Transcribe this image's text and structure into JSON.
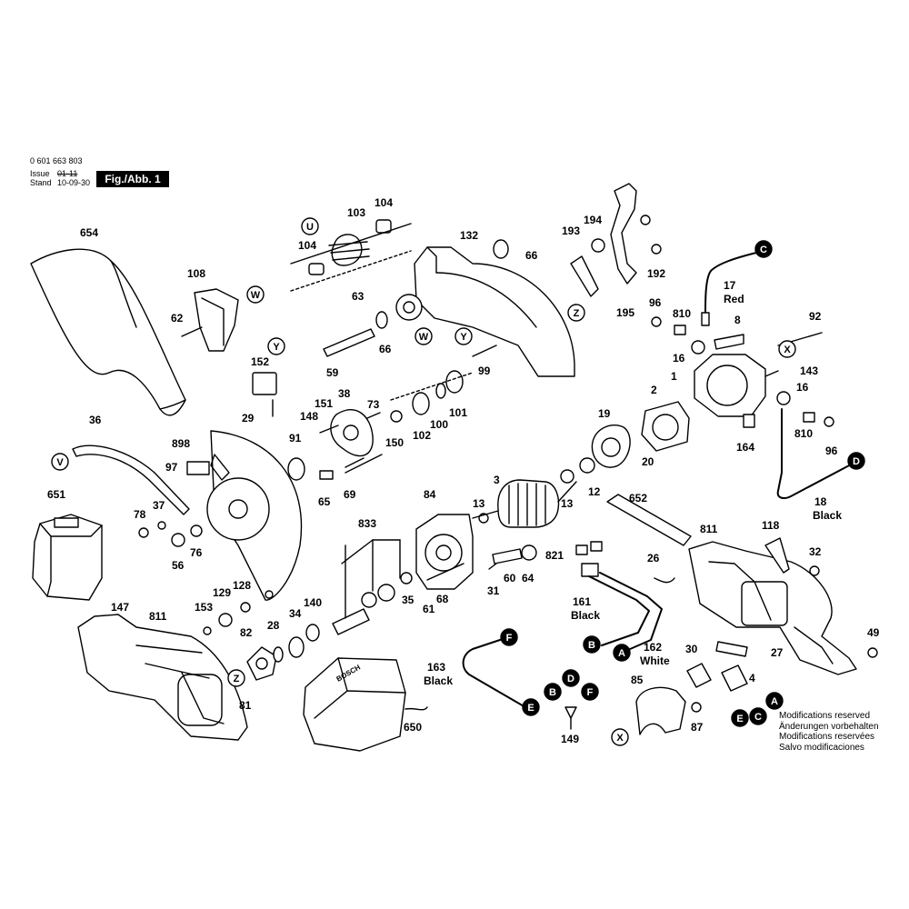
{
  "header": {
    "part_number": "0 601 663 803",
    "issue_label": "Issue",
    "issue_value": "01-11",
    "stand_label": "Stand",
    "stand_value": "10-09-30",
    "fig_label": "Fig./Abb. 1"
  },
  "footer": {
    "modifications": [
      "Modifications reserved",
      "Änderungen vorbehalten",
      "Modifications reservées",
      "Salvo modificaciones"
    ]
  },
  "wires": {
    "red": {
      "number": "17",
      "color": "Red"
    },
    "black_18": {
      "number": "18",
      "color": "Black"
    },
    "black_161": {
      "number": "161",
      "color": "Black"
    },
    "white_162": {
      "number": "162",
      "color": "White"
    },
    "black_163": {
      "number": "163",
      "color": "Black"
    },
    "brand": "BOSCH"
  },
  "labels": [
    {
      "id": "l654",
      "t": "654"
    },
    {
      "id": "l108",
      "t": "108"
    },
    {
      "id": "l62",
      "t": "62"
    },
    {
      "id": "l104a",
      "t": "104"
    },
    {
      "id": "l103",
      "t": "103"
    },
    {
      "id": "l104b",
      "t": "104"
    },
    {
      "id": "l132",
      "t": "132"
    },
    {
      "id": "l66a",
      "t": "66"
    },
    {
      "id": "l63",
      "t": "63"
    },
    {
      "id": "l66b",
      "t": "66"
    },
    {
      "id": "l59",
      "t": "59"
    },
    {
      "id": "l99",
      "t": "99"
    },
    {
      "id": "l152",
      "t": "152"
    },
    {
      "id": "l29",
      "t": "29"
    },
    {
      "id": "l151",
      "t": "151"
    },
    {
      "id": "l38",
      "t": "38"
    },
    {
      "id": "l73",
      "t": "73"
    },
    {
      "id": "l148",
      "t": "148"
    },
    {
      "id": "l91",
      "t": "91"
    },
    {
      "id": "l150",
      "t": "150"
    },
    {
      "id": "l102",
      "t": "102"
    },
    {
      "id": "l100",
      "t": "100"
    },
    {
      "id": "l101",
      "t": "101"
    },
    {
      "id": "l36",
      "t": "36"
    },
    {
      "id": "l898",
      "t": "898"
    },
    {
      "id": "l97",
      "t": "97"
    },
    {
      "id": "l651",
      "t": "651"
    },
    {
      "id": "l37",
      "t": "37"
    },
    {
      "id": "l78",
      "t": "78"
    },
    {
      "id": "l76",
      "t": "76"
    },
    {
      "id": "l56",
      "t": "56"
    },
    {
      "id": "l65",
      "t": "65"
    },
    {
      "id": "l69",
      "t": "69"
    },
    {
      "id": "l3",
      "t": "3"
    },
    {
      "id": "l13a",
      "t": "13"
    },
    {
      "id": "l13b",
      "t": "13"
    },
    {
      "id": "l12",
      "t": "12"
    },
    {
      "id": "l84",
      "t": "84"
    },
    {
      "id": "l833",
      "t": "833"
    },
    {
      "id": "l129",
      "t": "129"
    },
    {
      "id": "l128",
      "t": "128"
    },
    {
      "id": "l153",
      "t": "153"
    },
    {
      "id": "l147",
      "t": "147"
    },
    {
      "id": "l811a",
      "t": "811"
    },
    {
      "id": "l140",
      "t": "140"
    },
    {
      "id": "l34",
      "t": "34"
    },
    {
      "id": "l28",
      "t": "28"
    },
    {
      "id": "l82",
      "t": "82"
    },
    {
      "id": "l81",
      "t": "81"
    },
    {
      "id": "l35",
      "t": "35"
    },
    {
      "id": "l61",
      "t": "61"
    },
    {
      "id": "l68",
      "t": "68"
    },
    {
      "id": "l31",
      "t": "31"
    },
    {
      "id": "l60",
      "t": "60"
    },
    {
      "id": "l64",
      "t": "64"
    },
    {
      "id": "l650",
      "t": "650"
    },
    {
      "id": "l193",
      "t": "193"
    },
    {
      "id": "l194",
      "t": "194"
    },
    {
      "id": "l192",
      "t": "192"
    },
    {
      "id": "l195",
      "t": "195"
    },
    {
      "id": "l96a",
      "t": "96"
    },
    {
      "id": "l810a",
      "t": "810"
    },
    {
      "id": "l8",
      "t": "8"
    },
    {
      "id": "l92",
      "t": "92"
    },
    {
      "id": "l16a",
      "t": "16"
    },
    {
      "id": "l1",
      "t": "1"
    },
    {
      "id": "l143",
      "t": "143"
    },
    {
      "id": "l16b",
      "t": "16"
    },
    {
      "id": "l2",
      "t": "2"
    },
    {
      "id": "l19",
      "t": "19"
    },
    {
      "id": "l20",
      "t": "20"
    },
    {
      "id": "l164",
      "t": "164"
    },
    {
      "id": "l810b",
      "t": "810"
    },
    {
      "id": "l96b",
      "t": "96"
    },
    {
      "id": "l652",
      "t": "652"
    },
    {
      "id": "l821",
      "t": "821"
    },
    {
      "id": "l26",
      "t": "26"
    },
    {
      "id": "l811b",
      "t": "811"
    },
    {
      "id": "l118",
      "t": "118"
    },
    {
      "id": "l32",
      "t": "32"
    },
    {
      "id": "l49",
      "t": "49"
    },
    {
      "id": "l27",
      "t": "27"
    },
    {
      "id": "l30",
      "t": "30"
    },
    {
      "id": "l4",
      "t": "4"
    },
    {
      "id": "l85",
      "t": "85"
    },
    {
      "id": "l87",
      "t": "87"
    },
    {
      "id": "l149",
      "t": "149"
    }
  ],
  "callouts": [
    {
      "id": "cU",
      "t": "U"
    },
    {
      "id": "cW1",
      "t": "W"
    },
    {
      "id": "cW2",
      "t": "W"
    },
    {
      "id": "cY1",
      "t": "Y"
    },
    {
      "id": "cY2",
      "t": "Y"
    },
    {
      "id": "cZ1",
      "t": "Z"
    },
    {
      "id": "cZ2",
      "t": "Z"
    },
    {
      "id": "cV1",
      "t": "V"
    },
    {
      "id": "cC1",
      "t": "C"
    },
    {
      "id": "cX1",
      "t": "X"
    },
    {
      "id": "cD1",
      "t": "D"
    },
    {
      "id": "cF1",
      "t": "F"
    },
    {
      "id": "cE1",
      "t": "E"
    },
    {
      "id": "cB1",
      "t": "B"
    },
    {
      "id": "cA1",
      "t": "A"
    },
    {
      "id": "cB2",
      "t": "B"
    },
    {
      "id": "cD2",
      "t": "D"
    },
    {
      "id": "cF2",
      "t": "F"
    },
    {
      "id": "cX2",
      "t": "X"
    },
    {
      "id": "cC2",
      "t": "C"
    },
    {
      "id": "cE2",
      "t": "E"
    },
    {
      "id": "cA2",
      "t": "A"
    }
  ]
}
